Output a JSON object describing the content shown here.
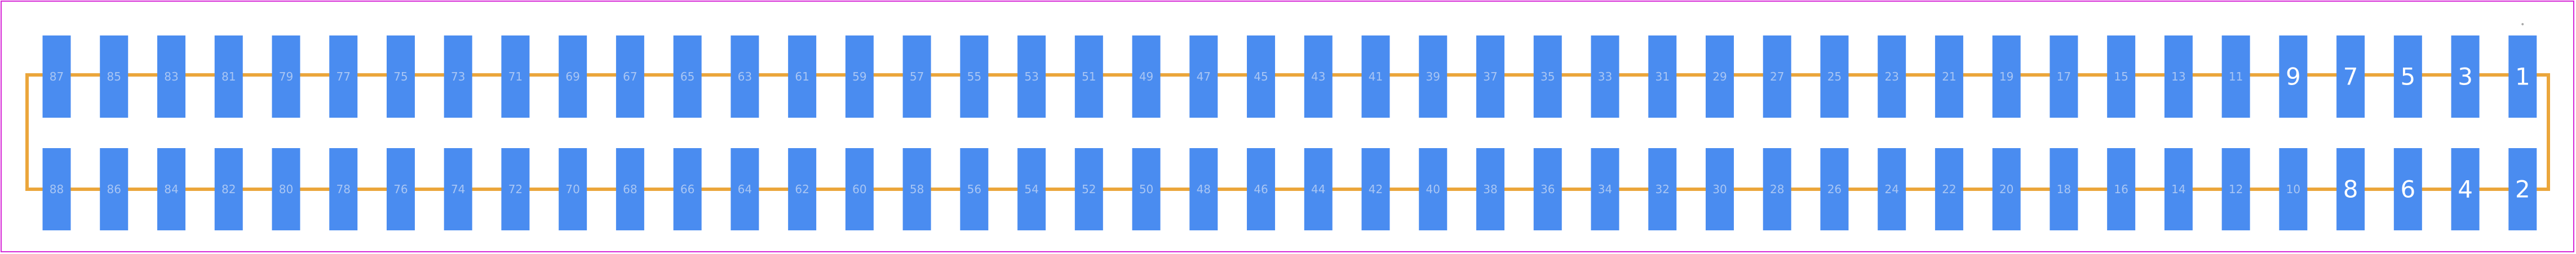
{
  "footprint": {
    "pin1_marker": "•",
    "colors": {
      "pad": "#4a8cf0",
      "outline": "#eba63b",
      "board_border": "#d62ad6",
      "label_small": "#a9c6f4",
      "label_large": "#ffffff",
      "background": "#ffffff"
    },
    "top_row_labels": [
      "87",
      "85",
      "83",
      "81",
      "79",
      "77",
      "75",
      "73",
      "71",
      "69",
      "67",
      "65",
      "63",
      "61",
      "59",
      "57",
      "55",
      "53",
      "51",
      "49",
      "47",
      "45",
      "43",
      "41",
      "39",
      "37",
      "35",
      "33",
      "31",
      "29",
      "27",
      "25",
      "23",
      "21",
      "19",
      "17",
      "15",
      "13",
      "11",
      "9",
      "7",
      "5",
      "3",
      "1"
    ],
    "bottom_row_labels": [
      "88",
      "86",
      "84",
      "82",
      "80",
      "78",
      "76",
      "74",
      "72",
      "70",
      "68",
      "66",
      "64",
      "62",
      "60",
      "58",
      "56",
      "54",
      "52",
      "50",
      "48",
      "46",
      "44",
      "42",
      "40",
      "38",
      "36",
      "34",
      "32",
      "30",
      "28",
      "26",
      "24",
      "22",
      "20",
      "18",
      "16",
      "14",
      "12",
      "10",
      "8",
      "6",
      "4",
      "2"
    ]
  }
}
